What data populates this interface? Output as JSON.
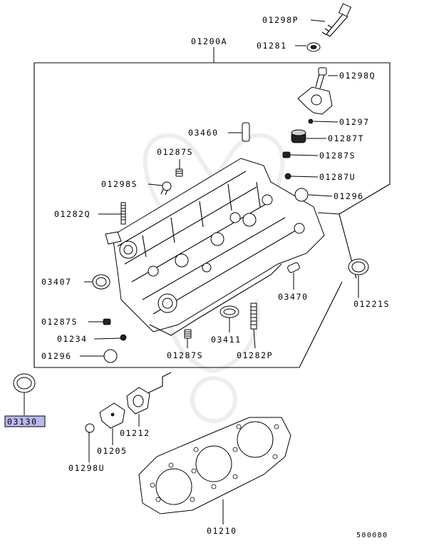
{
  "labels": {
    "p01298P": "01298P",
    "p01281": "01281",
    "p01200A": "01200A",
    "p01298Q": "01298Q",
    "p01297": "01297",
    "p03460": "03460",
    "p01287T": "01287T",
    "p01287S_r": "01287S",
    "p01287S_l": "01287S",
    "p01287U": "01287U",
    "p01298S": "01298S",
    "p01296_r": "01296",
    "p01282Q": "01282Q",
    "p03407": "03407",
    "p03470": "03470",
    "p01221S": "01221S",
    "p01287S_b": "01287S",
    "p01234": "01234",
    "p03411": "03411",
    "p01287S_c": "01287S",
    "p01282P": "01282P",
    "p01296_l": "01296",
    "p03130": "03130",
    "p01212": "01212",
    "p01205": "01205",
    "p01298U": "01298U",
    "p01210": "01210"
  },
  "reference_code": "500080",
  "highlighted_part": "03130",
  "colors": {
    "highlight_fill": "#b8b8f0",
    "line": "#000000"
  }
}
